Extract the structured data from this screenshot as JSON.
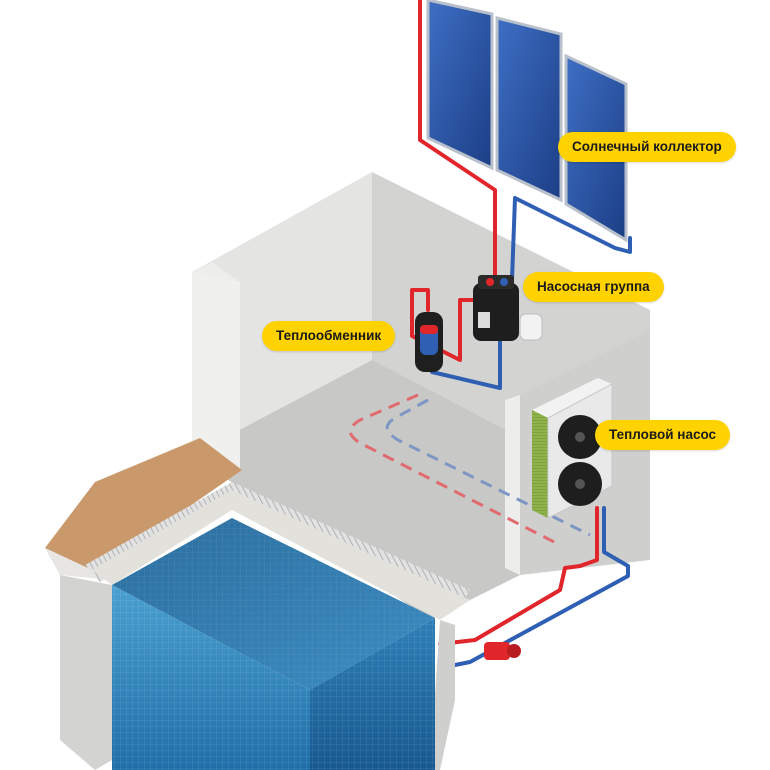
{
  "labels": {
    "solar_collector": "Солнечный коллектор",
    "pump_group": "Насосная группа",
    "heat_exchanger": "Теплообменник",
    "heat_pump": "Тепловой насос"
  },
  "colors": {
    "callout_bg": "#FFD200",
    "hot_pipe": "#E0262B",
    "cold_pipe": "#2F5FB3",
    "water": "#2F7FB5",
    "concrete": "#D9D9D7",
    "deck_wood": "#C9996B"
  }
}
